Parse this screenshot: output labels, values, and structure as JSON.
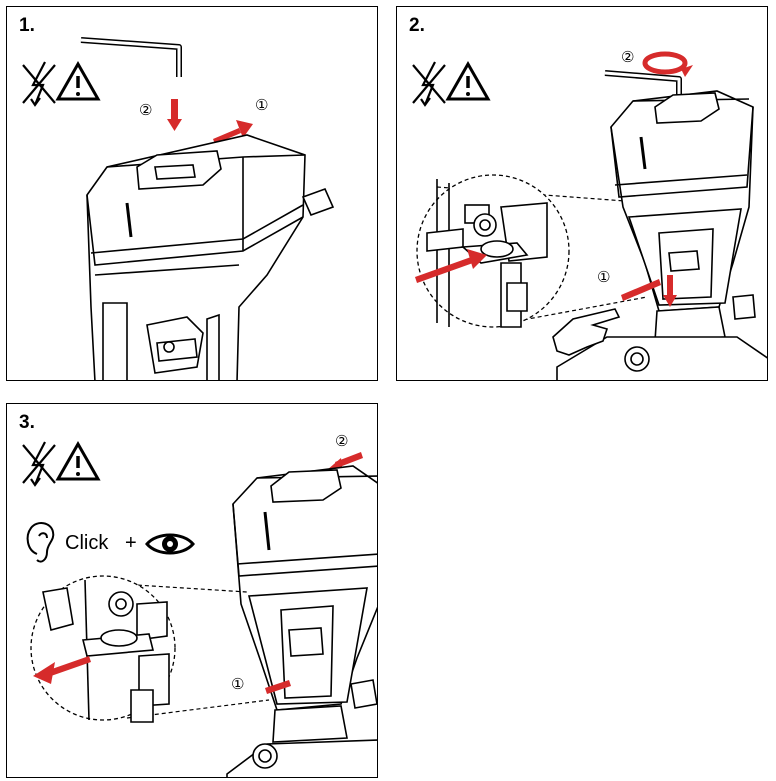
{
  "steps": [
    {
      "number": "1.",
      "callouts": [
        "②",
        "①"
      ]
    },
    {
      "number": "2.",
      "callouts": [
        "②",
        "①"
      ]
    },
    {
      "number": "3.",
      "callouts": [
        "②",
        "①"
      ],
      "feedback": {
        "click_text": "Click",
        "plus": "+"
      }
    }
  ],
  "colors": {
    "arrow": "#d62b2b",
    "line": "#000000",
    "background": "#ffffff"
  },
  "icons": [
    "no-power-icon",
    "warning-triangle-icon",
    "allen-key-icon",
    "rotation-arrow-icon",
    "ear-icon",
    "eye-icon",
    "pointing-hand-icon"
  ]
}
